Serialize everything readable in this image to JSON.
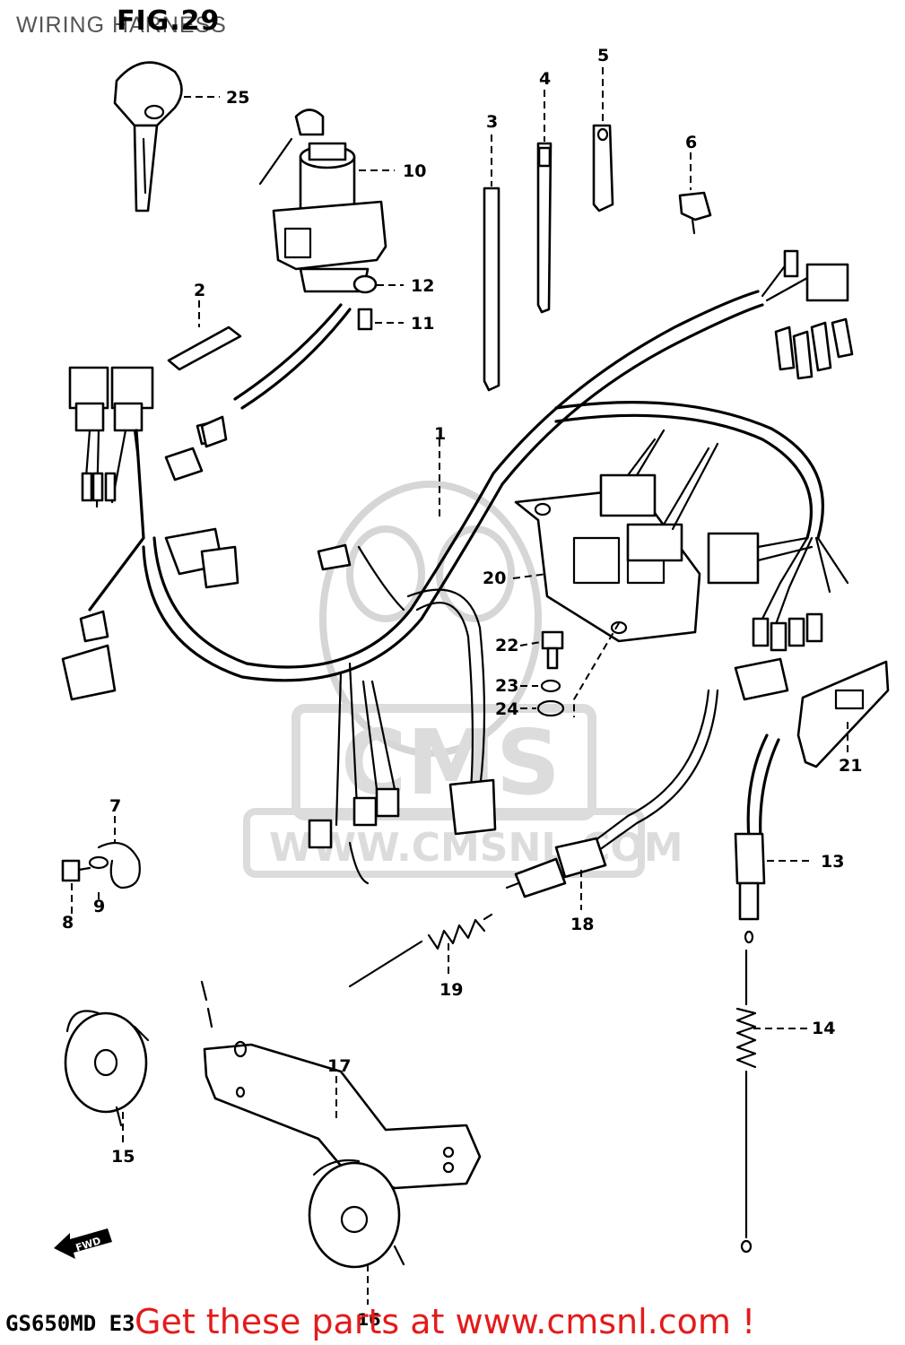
{
  "header": {
    "title": "WIRING HARNESS",
    "figure_label": "FIG.29"
  },
  "watermark": {
    "brand": "CMS",
    "url": "WWW.CMSNL.COM"
  },
  "footer": {
    "model_code": "GS650MD E3",
    "promo_text": "Get these parts at www.cmsnl.com !"
  },
  "direction_marker": "FWD",
  "parts": [
    {
      "number": "1"
    },
    {
      "number": "2"
    },
    {
      "number": "3"
    },
    {
      "number": "4"
    },
    {
      "number": "5"
    },
    {
      "number": "6"
    },
    {
      "number": "7"
    },
    {
      "number": "8"
    },
    {
      "number": "9"
    },
    {
      "number": "10"
    },
    {
      "number": "11"
    },
    {
      "number": "12"
    },
    {
      "number": "13"
    },
    {
      "number": "14"
    },
    {
      "number": "15"
    },
    {
      "number": "16"
    },
    {
      "number": "17"
    },
    {
      "number": "18"
    },
    {
      "number": "19"
    },
    {
      "number": "20"
    },
    {
      "number": "21"
    },
    {
      "number": "22"
    },
    {
      "number": "23"
    },
    {
      "number": "24"
    },
    {
      "number": "25"
    }
  ],
  "colors": {
    "line": "#000000",
    "promo": "#e31b1b",
    "watermark": "#d6d6d6",
    "background": "#ffffff"
  }
}
